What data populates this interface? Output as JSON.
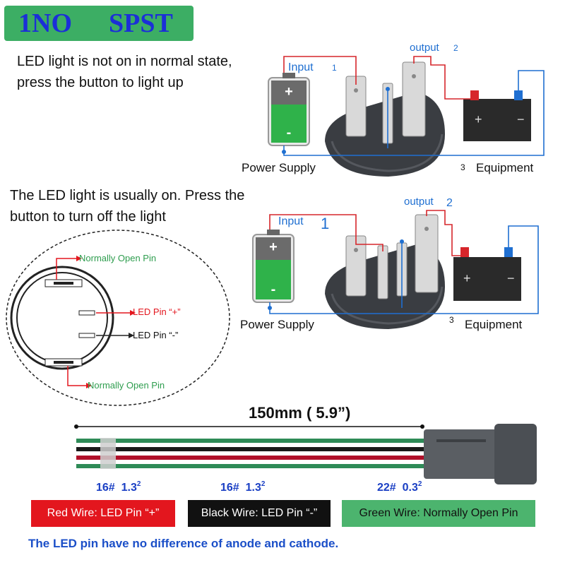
{
  "title": {
    "left": "1NO",
    "right": "SPST"
  },
  "section1": {
    "note_line1": "LED light is not on in normal state,",
    "note_line2": "press the button to light up",
    "input_label": "Input",
    "input_num": "1",
    "output_label": "output",
    "output_num": "2",
    "power_supply": "Power Supply",
    "equipment_num": "3",
    "equipment": "Equipment"
  },
  "section2": {
    "note_line1": "The LED light is usually on. Press the",
    "note_line2": "button to turn off the light",
    "input_label": "Input",
    "input_num": "1",
    "output_label": "output",
    "output_num": "2",
    "power_supply": "Power Supply",
    "equipment_num": "3",
    "equipment": "Equipment"
  },
  "pinout": {
    "normally_open_top": "Normally Open Pin",
    "led_plus": "LED Pin “+”",
    "led_minus": "LED Pin “-”",
    "normally_open_bottom": "Normally Open Pin"
  },
  "battery": {
    "plus": "+",
    "minus": "-"
  },
  "cable": {
    "length": "150mm ( 5.9”)",
    "gauges": [
      {
        "awg": "16#",
        "size": "1.3",
        "sup": "2"
      },
      {
        "awg": "16#",
        "size": "1.3",
        "sup": "2"
      },
      {
        "awg": "22#",
        "size": "0.3",
        "sup": "2"
      }
    ]
  },
  "legend": {
    "red": "Red  Wire: LED Pin “+”",
    "black": "Black Wire: LED Pin “-”",
    "green": "Green Wire: Normally Open Pin"
  },
  "footer": "The LED pin have no difference of anode and cathode.",
  "colors": {
    "title_bg": "#3cae64",
    "title_text": "#1b2fd8",
    "red_wire": "#c8102e",
    "green_wire": "#2e8b57",
    "blue_wire": "#1f6fd1",
    "legend_red": "#e3161e",
    "legend_black": "#111111",
    "legend_green": "#4cb46e"
  }
}
